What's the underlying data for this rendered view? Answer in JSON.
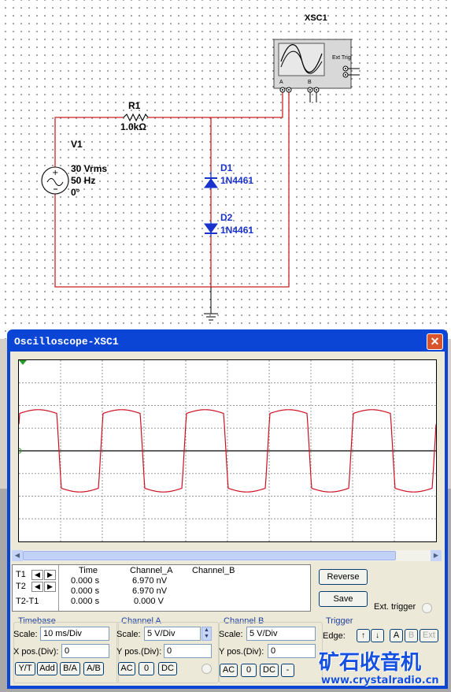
{
  "schematic": {
    "scope_ref": "XSC1",
    "scope_terminals": {
      "a": "A",
      "b": "B",
      "ext": "Ext Trig"
    },
    "resistor": {
      "ref": "R1",
      "value": "1.0kΩ"
    },
    "source": {
      "ref": "V1",
      "vrms": "30 Vrms",
      "freq": "50 Hz",
      "phase": "0°"
    },
    "diode1": {
      "ref": "D1",
      "part": "1N4461"
    },
    "diode2": {
      "ref": "D2",
      "part": "1N4461"
    },
    "wire_color": "#cc2222",
    "diode_color": "#1a33cc"
  },
  "window": {
    "title": "Oscilloscope-XSC1",
    "close_icon": "close-icon"
  },
  "trace": {
    "color": "#cc1122",
    "periods_visible": 5,
    "amplitude_div": 1.65
  },
  "readout": {
    "t1_label": "T1",
    "t2_label": "T2",
    "diff_label": "T2-T1",
    "headers": [
      "Time",
      "Channel_A",
      "Channel_B"
    ],
    "rows": [
      [
        "0.000 s",
        "6.970 nV",
        ""
      ],
      [
        "0.000 s",
        "6.970 nV",
        ""
      ],
      [
        "0.000 s",
        "0.000 V",
        ""
      ]
    ]
  },
  "buttons": {
    "reverse": "Reverse",
    "save": "Save",
    "ext_trigger": "Ext. trigger"
  },
  "timebase": {
    "title": "Timebase",
    "scale_label": "Scale:",
    "scale": "10 ms/Div",
    "xpos_label": "X pos.(Div):",
    "xpos": "0",
    "modes": [
      "Y/T",
      "Add",
      "B/A",
      "A/B"
    ]
  },
  "channel_a": {
    "title": "Channel A",
    "scale_label": "Scale:",
    "scale": "5  V/Div",
    "ypos_label": "Y pos.(Div):",
    "ypos": "0",
    "coupling": [
      "AC",
      "0",
      "DC"
    ]
  },
  "channel_b": {
    "title": "Channel B",
    "scale_label": "Scale:",
    "scale": "5  V/Div",
    "ypos_label": "Y pos.(Div):",
    "ypos": "0",
    "coupling": [
      "AC",
      "0",
      "DC",
      "-"
    ]
  },
  "trigger": {
    "title": "Trigger",
    "edge_label": "Edge:",
    "sources": [
      "A",
      "B",
      "Ext"
    ]
  },
  "watermark": {
    "text": "矿石收音机",
    "url": "www.crystalradio.cn"
  }
}
